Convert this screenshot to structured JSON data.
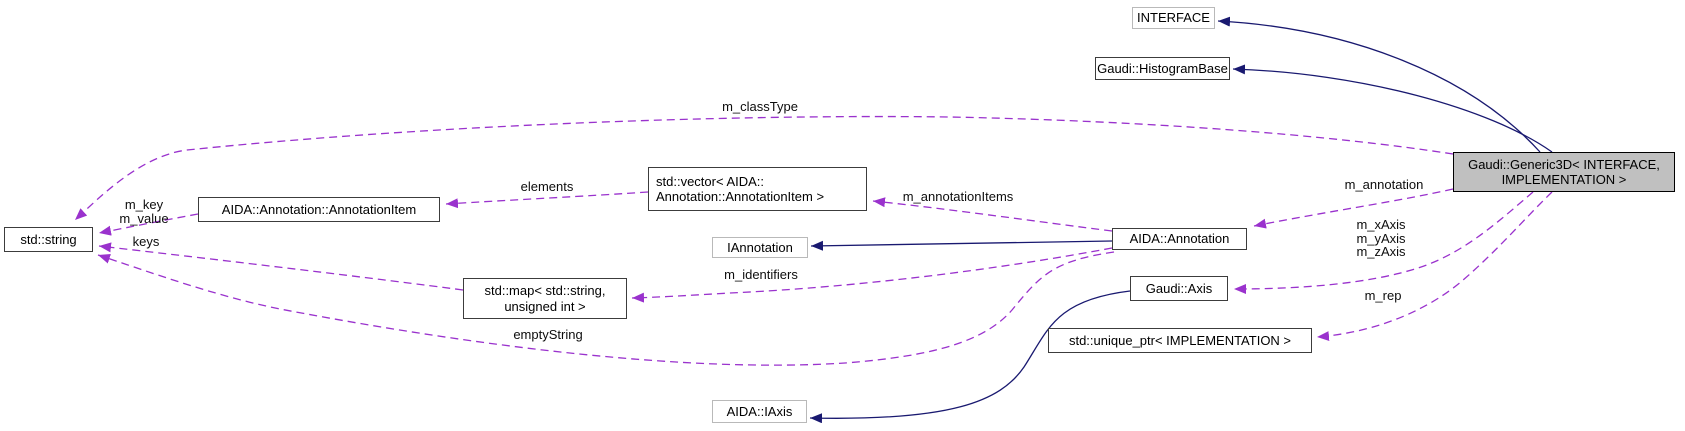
{
  "diagram": {
    "type": "class-collaboration-graph",
    "focus_class": "Gaudi::Generic3D< INTERFACE, IMPLEMENTATION >",
    "colors": {
      "background": "#ffffff",
      "inheritance_edge": "#191970",
      "usage_edge": "#9a32cd",
      "node_border": "#3c3c3c",
      "external_node_border": "#b9b9b9",
      "focus_node_fill": "#c0c0c0",
      "text": "#000000"
    },
    "nodes": [
      {
        "id": "interface",
        "label": "INTERFACE",
        "style": "external"
      },
      {
        "id": "histogram-base",
        "label": "Gaudi::HistogramBase",
        "style": "normal"
      },
      {
        "id": "generic3d",
        "label": "Gaudi::Generic3D< INTERFACE,\nIMPLEMENTATION >",
        "style": "highlight"
      },
      {
        "id": "std-string",
        "label": "std::string",
        "style": "normal"
      },
      {
        "id": "annotation-item",
        "label": "AIDA::Annotation::AnnotationItem",
        "style": "normal"
      },
      {
        "id": "std-vector",
        "label": "std::vector< AIDA::\nAnnotation::AnnotationItem >",
        "style": "normal"
      },
      {
        "id": "iannotation",
        "label": "IAnnotation",
        "style": "external"
      },
      {
        "id": "aida-annotation",
        "label": "AIDA::Annotation",
        "style": "normal"
      },
      {
        "id": "std-map",
        "label": "std::map< std::string,\nunsigned int >",
        "style": "normal"
      },
      {
        "id": "gaudi-axis",
        "label": "Gaudi::Axis",
        "style": "normal"
      },
      {
        "id": "unique-ptr",
        "label": "std::unique_ptr< IMPLEMENTATION >",
        "style": "normal"
      },
      {
        "id": "aida-iaxis",
        "label": "AIDA::IAxis",
        "style": "external"
      }
    ],
    "edges": [
      {
        "from": "Gaudi::Generic3D< INTERFACE, IMPLEMENTATION >",
        "to": "INTERFACE",
        "type": "inheritance",
        "label": ""
      },
      {
        "from": "Gaudi::Generic3D< INTERFACE, IMPLEMENTATION >",
        "to": "Gaudi::HistogramBase",
        "type": "inheritance",
        "label": ""
      },
      {
        "from": "AIDA::Annotation",
        "to": "IAnnotation",
        "type": "inheritance",
        "label": ""
      },
      {
        "from": "Gaudi::Axis",
        "to": "AIDA::IAxis",
        "type": "inheritance",
        "label": ""
      },
      {
        "from": "Gaudi::Generic3D< INTERFACE, IMPLEMENTATION >",
        "to": "std::string",
        "type": "usage",
        "label": "m_classType"
      },
      {
        "from": "AIDA::Annotation::AnnotationItem",
        "to": "std::string",
        "type": "usage",
        "label": "m_key\nm_value"
      },
      {
        "from": "std::map< std::string, unsigned int >",
        "to": "std::string",
        "type": "usage",
        "label": "keys"
      },
      {
        "from": "std::vector< AIDA::Annotation::AnnotationItem >",
        "to": "AIDA::Annotation::AnnotationItem",
        "type": "usage",
        "label": "elements"
      },
      {
        "from": "AIDA::Annotation",
        "to": "std::vector< AIDA::Annotation::AnnotationItem >",
        "type": "usage",
        "label": "m_annotationItems"
      },
      {
        "from": "Gaudi::Generic3D< INTERFACE, IMPLEMENTATION >",
        "to": "AIDA::Annotation",
        "type": "usage",
        "label": "m_annotation"
      },
      {
        "from": "Gaudi::Generic3D< INTERFACE, IMPLEMENTATION >",
        "to": "Gaudi::Axis",
        "type": "usage",
        "label": "m_xAxis\nm_yAxis\nm_zAxis"
      },
      {
        "from": "Gaudi::Generic3D< INTERFACE, IMPLEMENTATION >",
        "to": "std::unique_ptr< IMPLEMENTATION >",
        "type": "usage",
        "label": "m_rep"
      },
      {
        "from": "AIDA::Annotation",
        "to": "std::map< std::string, unsigned int >",
        "type": "usage",
        "label": "m_identifiers"
      },
      {
        "from": "AIDA::Annotation",
        "to": "std::string",
        "type": "usage",
        "label": "emptyString"
      }
    ]
  }
}
